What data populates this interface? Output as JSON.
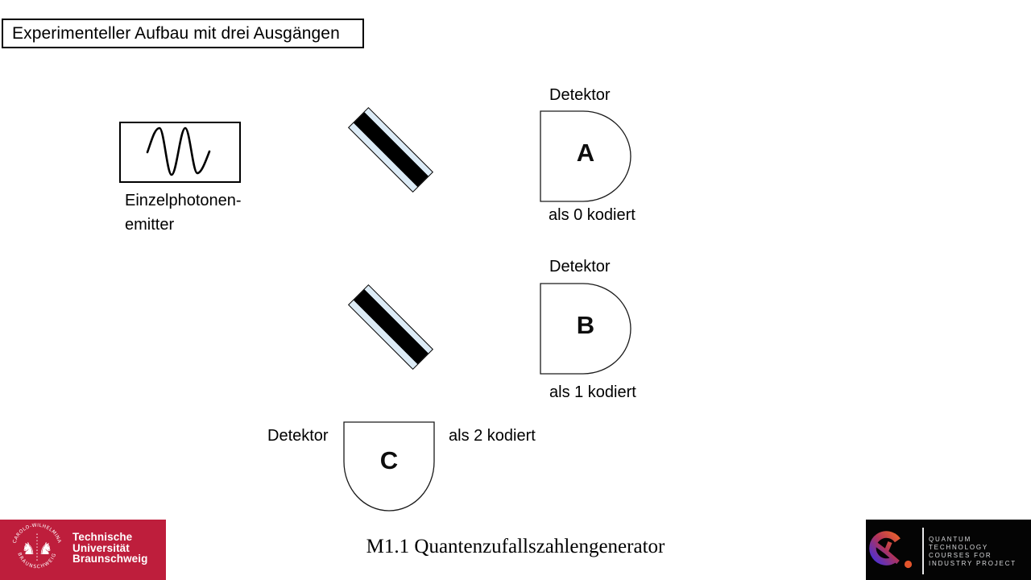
{
  "slide": {
    "title": "Experimenteller Aufbau mit drei Ausgängen",
    "footer_caption": "M1.1 Quantenzufallszahlengenerator"
  },
  "diagram": {
    "emitter": {
      "label_line1": "Einzelphotonen-",
      "label_line2": "emitter",
      "icon": "sine-wave"
    },
    "beam_splitter_count": 2,
    "detector_a": {
      "title": "Detektor",
      "letter": "A",
      "code": "als 0 kodiert"
    },
    "detector_b": {
      "title": "Detektor",
      "letter": "B",
      "code": "als 1 kodiert"
    },
    "detector_c": {
      "title": "Detektor",
      "letter": "C",
      "code": "als 2 kodiert"
    }
  },
  "colors": {
    "beam_splitter_fill": "#dcebf6",
    "beam_splitter_stripe": "#000000",
    "tu_red": "#be1e3c",
    "qtip_bg": "#040404",
    "qtip_gradient_start": "#4430dd",
    "qtip_gradient_mid": "#b23358",
    "qtip_gradient_end": "#e6602f",
    "qtip_dot": "#e2542b"
  },
  "logos": {
    "tu": {
      "name_line1": "Technische",
      "name_line2": "Universität",
      "name_line3": "Braunschweig",
      "seal_text_top": "CAROLO-WILHELMINA",
      "seal_text_bottom": "BRAUNSCHWEIG",
      "lion_icon": "♞"
    },
    "qtip": {
      "line1": "QUANTUM",
      "line2": "TECHNOLOGY",
      "line3": "COURSES FOR",
      "line4": "INDUSTRY PROJECT"
    }
  }
}
